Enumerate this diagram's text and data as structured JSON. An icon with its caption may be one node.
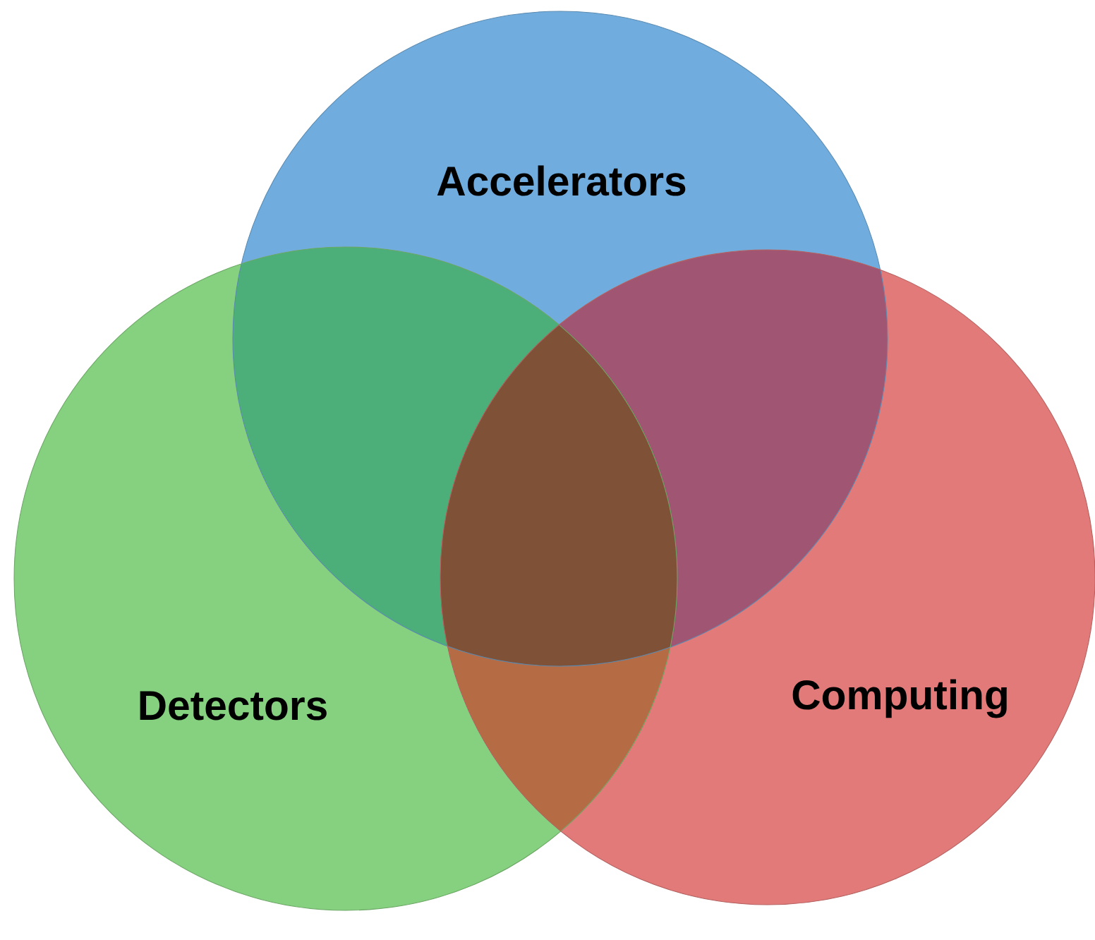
{
  "diagram": {
    "nodes": [
      {
        "text": [
          "Accelerators"
        ]
      },
      {
        "text": [
          "Detectors"
        ]
      },
      {
        "text": [
          "Computing"
        ]
      }
    ]
  }
}
